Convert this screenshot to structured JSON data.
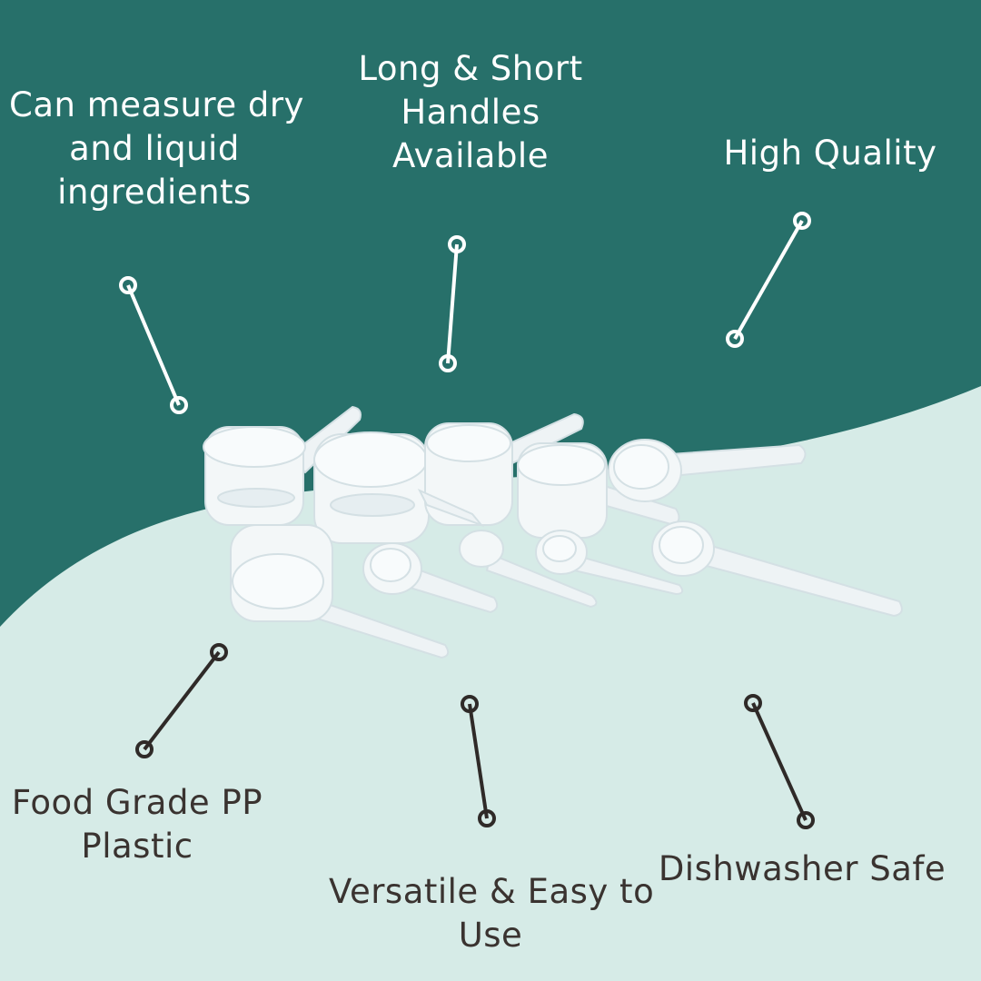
{
  "colors": {
    "top_background": "#27706a",
    "bottom_background": "#d6ebe7",
    "light_text": "#ffffff",
    "dark_text": "#3a3330",
    "scoop_fill": "#f3f7f8"
  },
  "features": {
    "measure": {
      "lines": [
        "Can measure dry",
        "and liquid",
        "ingredients"
      ]
    },
    "handles": {
      "lines": [
        "Long & Short",
        "Handles",
        "Available"
      ]
    },
    "quality": {
      "lines": [
        "High Quality"
      ]
    },
    "plastic": {
      "lines": [
        "Food Grade PP",
        "Plastic"
      ]
    },
    "versatile": {
      "lines": [
        "Versatile & Easy to",
        "Use"
      ]
    },
    "dishwasher": {
      "lines": [
        "Dishwasher Safe"
      ]
    }
  },
  "product": {
    "name": "measuring-scoop-set",
    "scoop_count": 10
  }
}
